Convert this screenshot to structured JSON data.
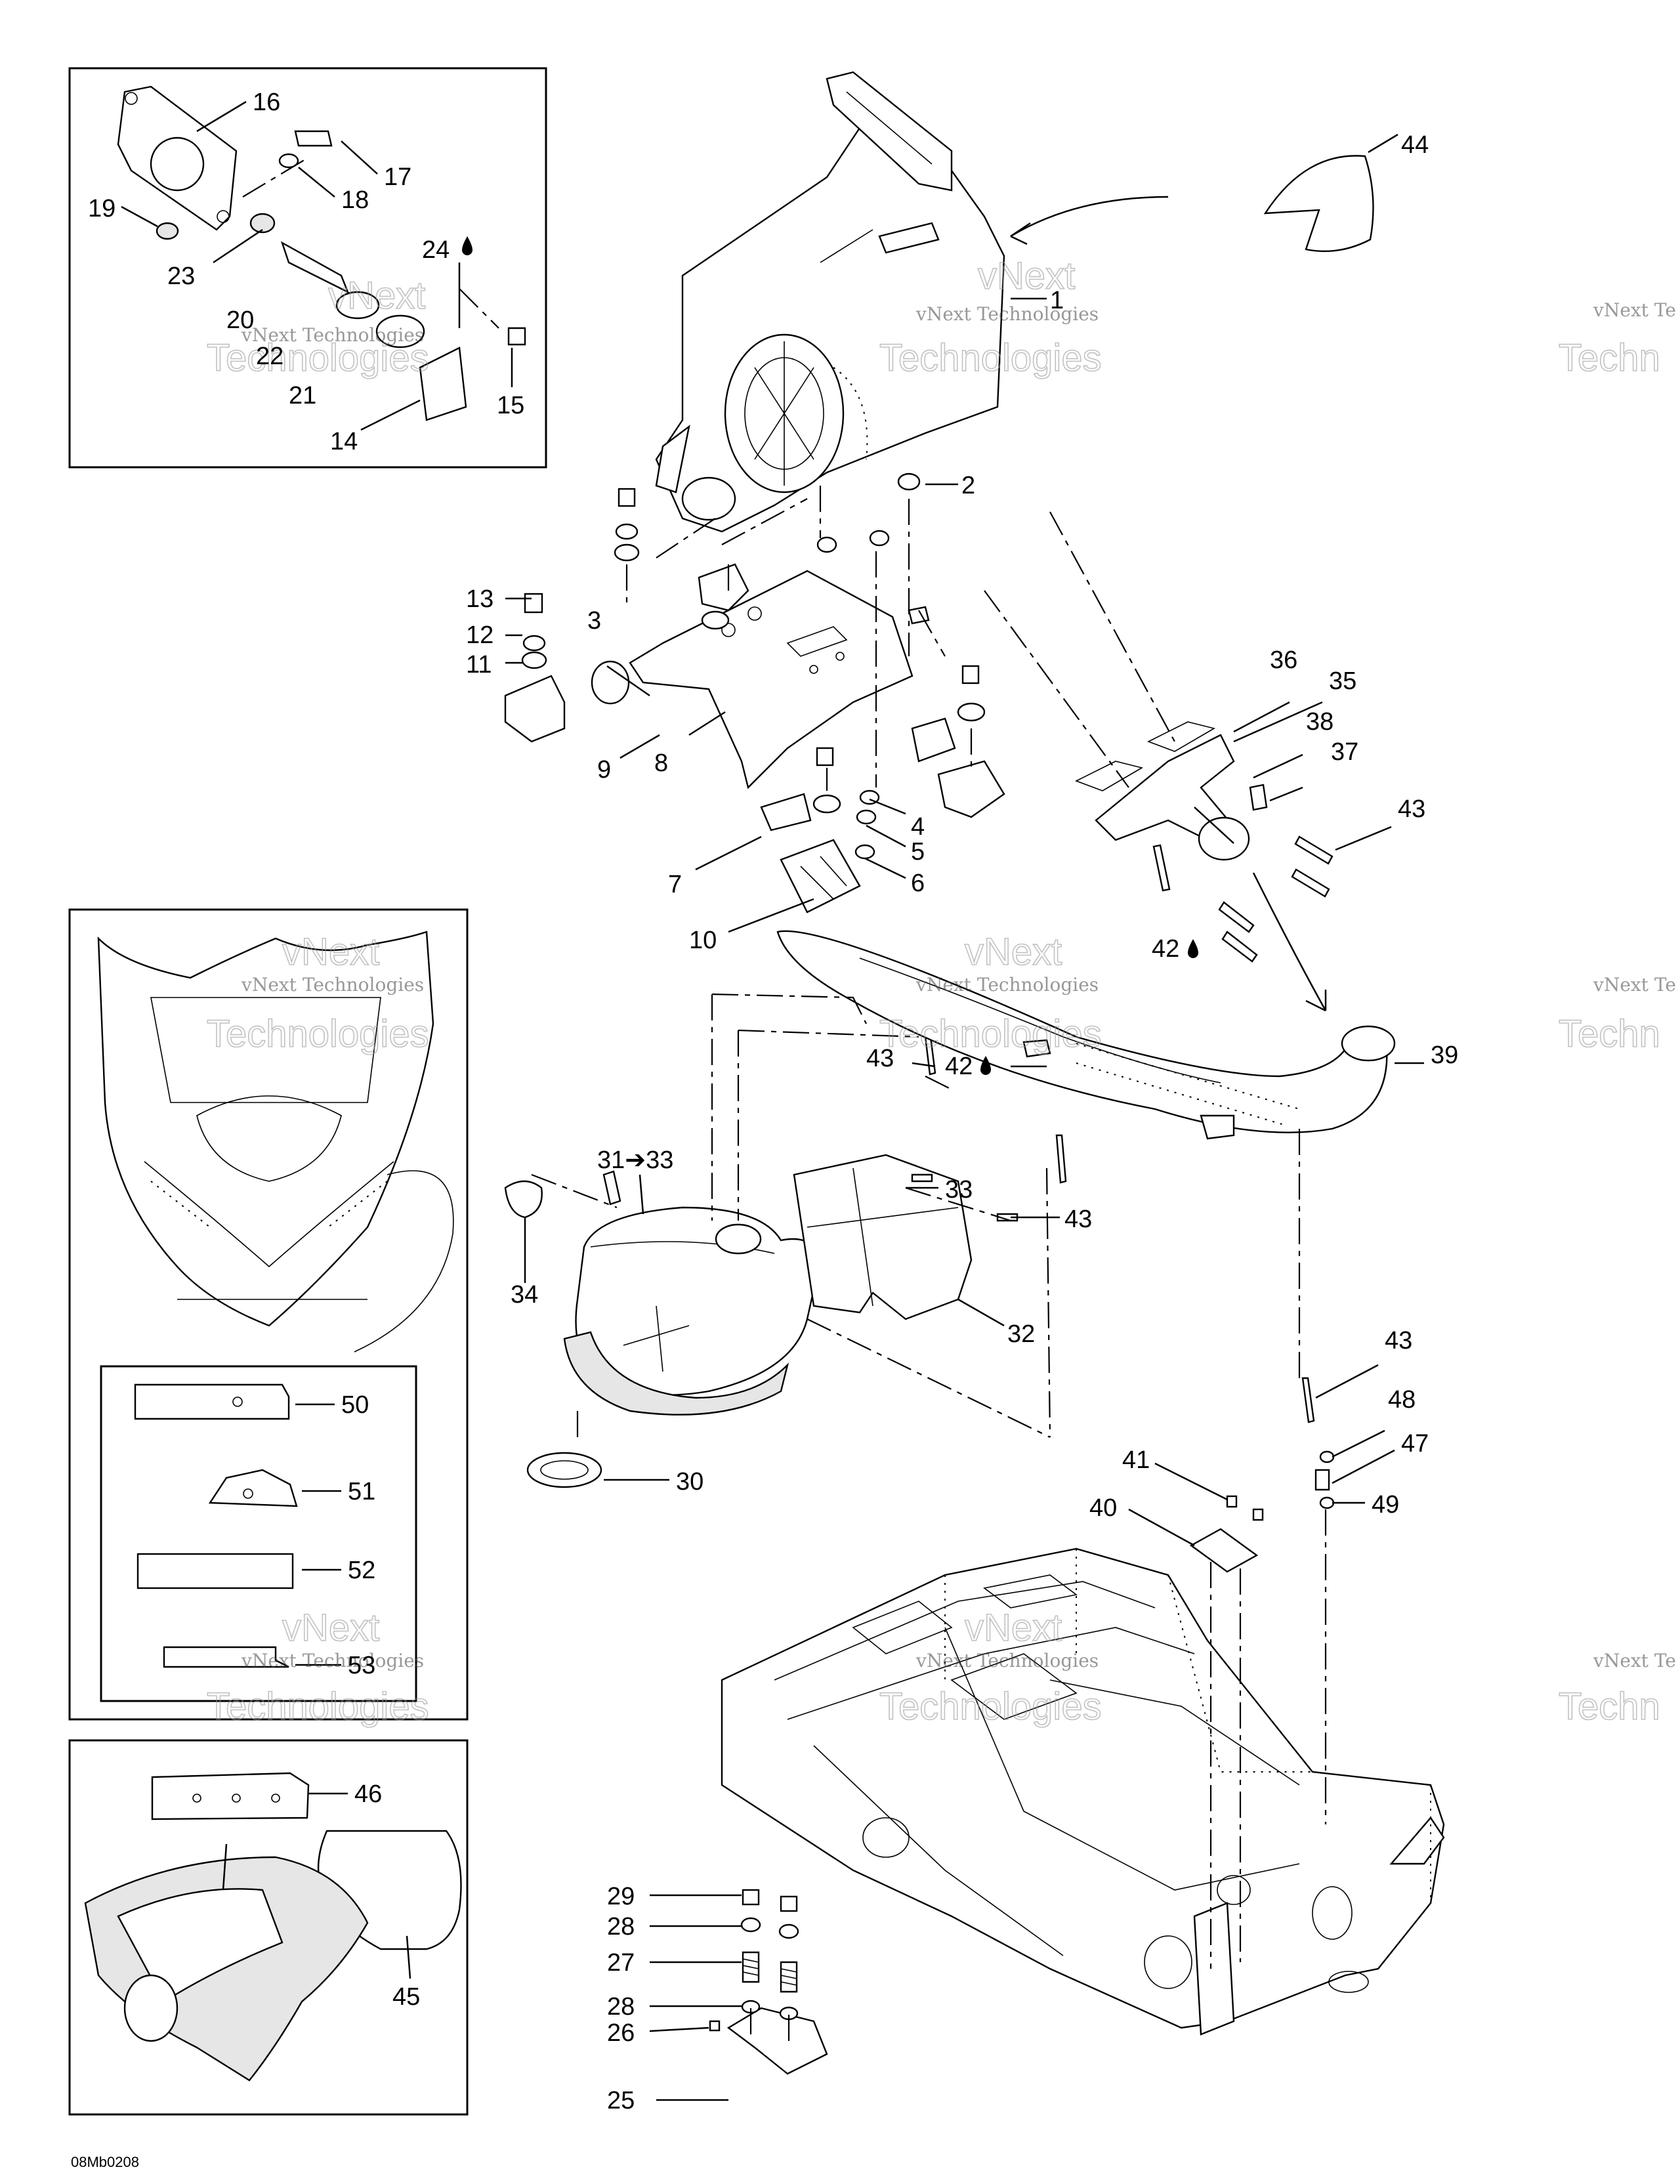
{
  "drawing_code": "08Mb0208",
  "watermark": {
    "line1": "vNext Technologies",
    "line2": "vNext",
    "line3": "Technologies",
    "edge1": "vNext Te",
    "edge2": "Techn"
  },
  "callouts": {
    "c1": "1",
    "c2": "2",
    "c3": "3",
    "c4": "4",
    "c5": "5",
    "c6": "6",
    "c7": "7",
    "c8": "8",
    "c9": "9",
    "c10": "10",
    "c11": "11",
    "c12": "12",
    "c13": "13",
    "c14": "14",
    "c15": "15",
    "c16": "16",
    "c17": "17",
    "c18": "18",
    "c19": "19",
    "c20": "20",
    "c21": "21",
    "c22": "22",
    "c23": "23",
    "c24": "24",
    "c25": "25",
    "c26": "26",
    "c27": "27",
    "c28a": "28",
    "c28b": "28",
    "c29": "29",
    "c30": "30",
    "c31_33": "31➔33",
    "c32": "32",
    "c33": "33",
    "c34": "34",
    "c35": "35",
    "c36": "36",
    "c37": "37",
    "c38": "38",
    "c39": "39",
    "c40": "40",
    "c41": "41",
    "c42a": "42",
    "c42b": "42",
    "c43a": "43",
    "c43b": "43",
    "c43c": "43",
    "c43d": "43",
    "c44": "44",
    "c45": "45",
    "c46": "46",
    "c47": "47",
    "c48": "48",
    "c49": "49",
    "c50": "50",
    "c51": "51",
    "c52": "52",
    "c53": "53"
  }
}
